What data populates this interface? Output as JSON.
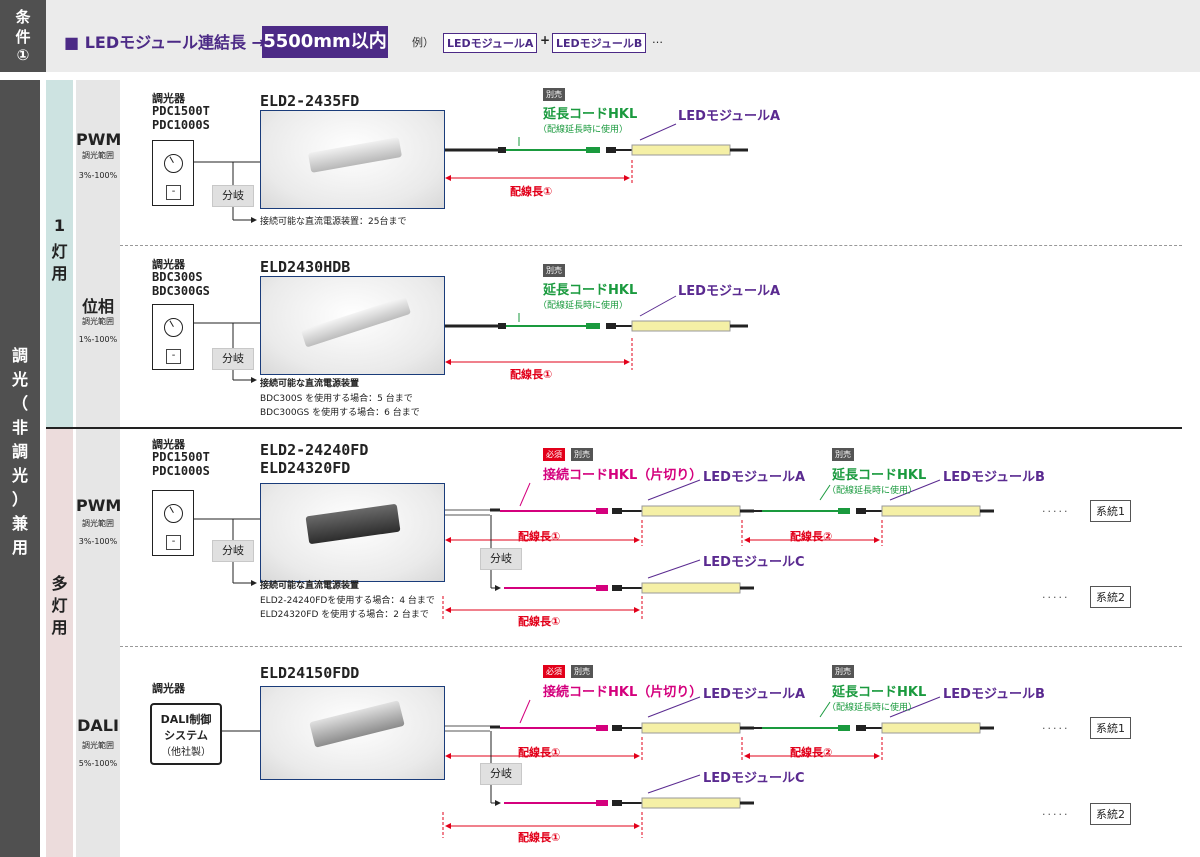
{
  "condition": {
    "side": [
      "条",
      "件",
      "①"
    ],
    "title": "■ LEDモジュール連結長 →",
    "limit": "5500mm以内",
    "example": "例）",
    "example_mod_a": "LEDモジュールA",
    "example_plus": "+",
    "example_mod_b": "LEDモジュールB",
    "example_more": "…"
  },
  "left_label": [
    "調",
    "光",
    "（",
    "非",
    "調",
    "光",
    "）",
    "兼",
    "用"
  ],
  "groups": {
    "single": [
      "1",
      "灯",
      "用"
    ],
    "multi": [
      "多",
      "灯",
      "用"
    ]
  },
  "modes": [
    {
      "name": "PWM",
      "range_label": "調光範囲",
      "range": "3%-100%"
    },
    {
      "name": "位相",
      "range_label": "調光範囲",
      "range": "1%-100%"
    },
    {
      "name": "PWM",
      "range_label": "調光範囲",
      "range": "3%-100%"
    },
    {
      "name": "DALI",
      "range_label": "調光範囲",
      "range": "5%-100%"
    }
  ],
  "sections": [
    {
      "dimmer_label": "調光器",
      "dimmer_models": [
        "PDC1500T",
        "PDC1000S"
      ],
      "product": [
        "ELD2-2435FD"
      ],
      "notes": [
        "接続可能な直流電源装置：25台まで"
      ]
    },
    {
      "dimmer_label": "調光器",
      "dimmer_models": [
        "BDC300S",
        "BDC300GS"
      ],
      "product": [
        "ELD2430HDB"
      ],
      "notes": [
        "接続可能な直流電源装置",
        "BDC300S を使用する場合：5 台まで",
        "BDC300GS を使用する場合：6 台まで"
      ]
    },
    {
      "dimmer_label": "調光器",
      "dimmer_models": [
        "PDC1500T",
        "PDC1000S"
      ],
      "product": [
        "ELD2-24240FD",
        "ELD24320FD"
      ],
      "notes": [
        "接続可能な直流電源装置",
        "ELD2-24240FDを使用する場合：4 台まで",
        "ELD24320FD を使用する場合：2 台まで"
      ]
    },
    {
      "dimmer_label": "調光器",
      "dali": [
        "DALI制御",
        "システム",
        "（他社製）"
      ],
      "product": [
        "ELD24150FDD"
      ],
      "notes": []
    }
  ],
  "labels": {
    "branch": "分岐",
    "sold_separately": "別売",
    "required": "必須",
    "extension_cord": "延長コードHKL",
    "extension_note": "（配線延長時に使用）",
    "connection_cord": "接続コードHKL（片切り）",
    "module_a": "LEDモジュールA",
    "module_b": "LEDモジュールB",
    "module_c": "LEDモジュールC",
    "length_1": "配線長①",
    "length_2": "配線長②",
    "system_1": "系統1",
    "system_2": "系統2",
    "dots": "·····"
  }
}
